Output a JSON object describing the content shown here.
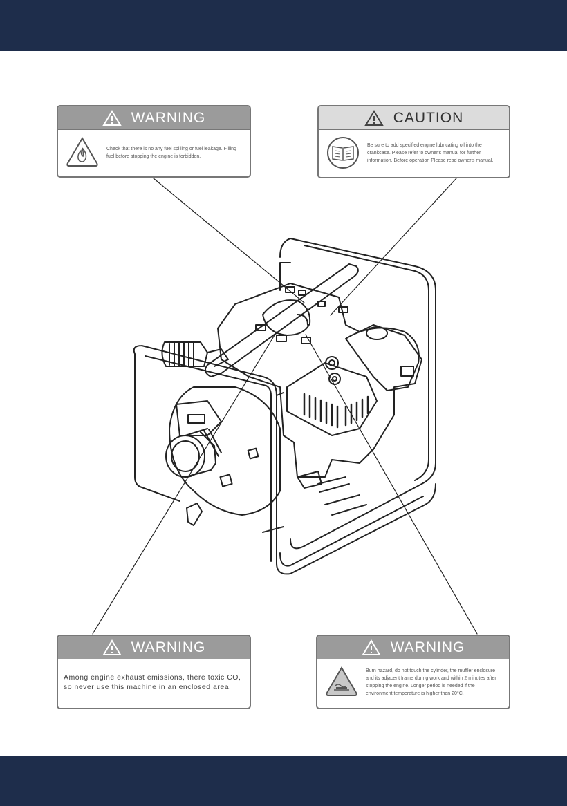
{
  "labels": {
    "top_left": {
      "title": "WARNING",
      "text": "Check that there is no any fuel spilling or fuel leakage. Filling fuel before stopping the engine is forbidden."
    },
    "top_right": {
      "title": "CAUTION",
      "text": "Be sure to add specified engine lubricating oil into the crankcase. Please refer to owner's manual for further information. Before operation Please read owner's manual."
    },
    "bottom_left": {
      "title": "WARNING",
      "text": "Among engine exhaust emissions, there toxic CO, so never use this machine in an enclosed area."
    },
    "bottom_right": {
      "title": "WARNING",
      "text": "Burn hazard, do not touch the cylinder, the muffler enclosure and its adjacent frame during work and within 2 minutes after stopping the engine. Longer period is needed if the environment temperature is higher than 20°C."
    }
  },
  "colors": {
    "band": "#1e2d4b",
    "warning_header": "#9b9b9b",
    "caution_header": "#dcdcdc",
    "line": "#222222"
  }
}
